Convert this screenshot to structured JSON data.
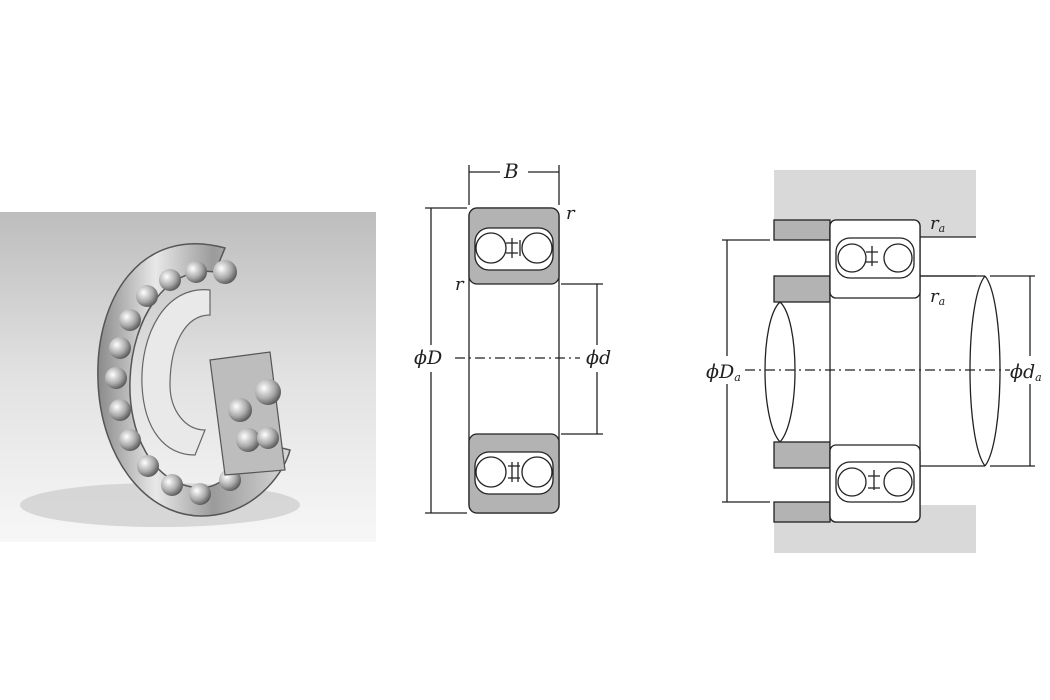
{
  "labels": {
    "width": "B",
    "chamfer": "r",
    "outer_diameter": "ϕD",
    "bore_diameter": "ϕd",
    "abutment_chamfer": "r",
    "abutment_sub": "a",
    "housing_diameter": "ϕD",
    "housing_sub": "a",
    "shaft_diameter": "ϕd",
    "shaft_sub": "a"
  },
  "colors": {
    "ring_fill": "#b3b3b3",
    "housing_fill": "#d9d9d9",
    "line": "#222222",
    "photo_bg": "#cfcfcf"
  },
  "icons": {
    "photo": "self-aligning-ball-bearing-photo"
  }
}
